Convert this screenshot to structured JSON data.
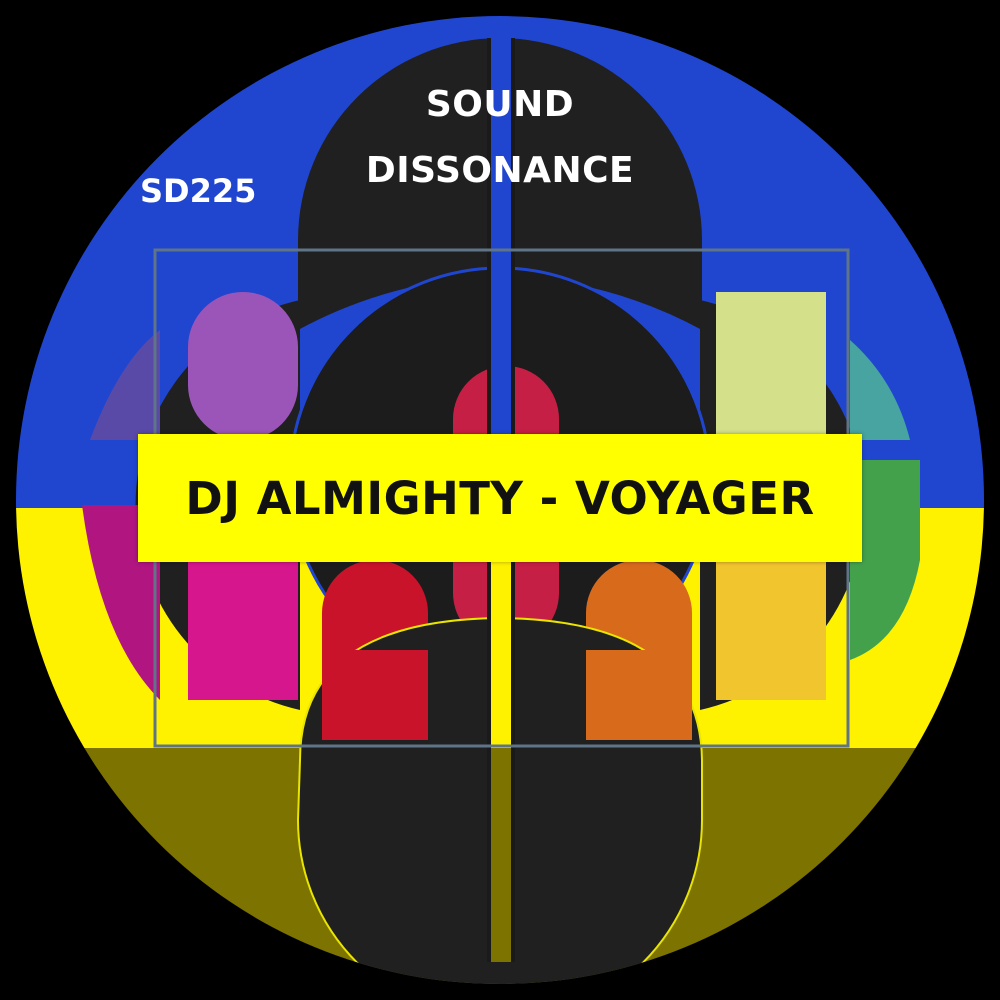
{
  "cover": {
    "label_name_line1": "SOUND",
    "label_name_line2": "DISSONANCE",
    "catalog_number": "SD225",
    "release_title": "DJ ALMIGHTY - VOYAGER"
  },
  "colors": {
    "background": "#000000",
    "top_band": "#2046d0",
    "middle_band": "#fff200",
    "bottom_band": "#7d7300",
    "dark_shape": "#1f1f1f",
    "title_bar": "#ffff00",
    "purple": "#9b55b8",
    "magenta": "#d6168c",
    "red": "#c8132b",
    "crimson": "#c61f45",
    "orange": "#d86a1c",
    "lime": "#d4e08a",
    "teal": "#47a4a0",
    "green": "#43a14c",
    "gold": "#f0c52e"
  }
}
